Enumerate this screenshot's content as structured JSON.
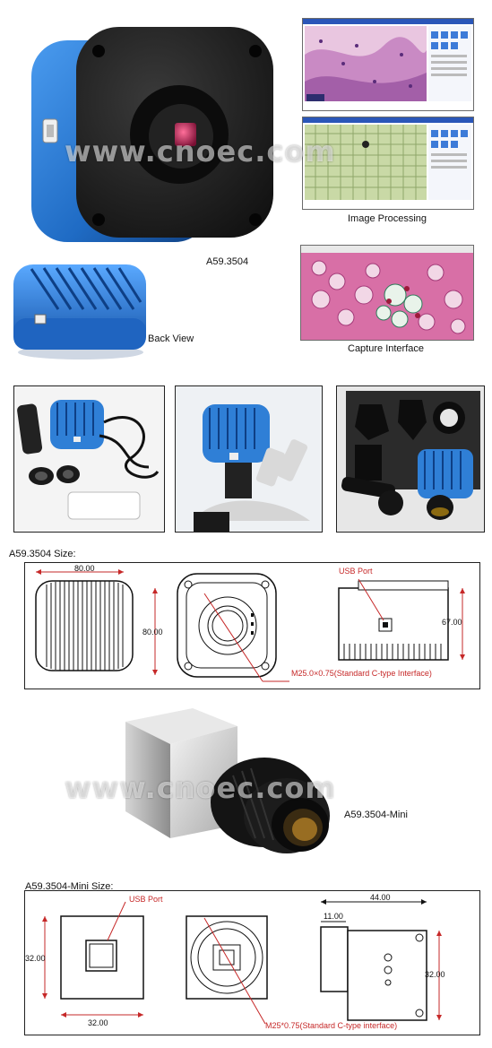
{
  "watermark": "www.cnoec.com",
  "top": {
    "model_label": "A59.3504",
    "back_view_label": "Back View",
    "image_processing_label": "Image Processing",
    "capture_interface_label": "Capture Interface"
  },
  "size_section": {
    "title": "A59.3504 Size:",
    "width_dim": "80.00",
    "height_dim": "80.00",
    "depth_dim": "67.00",
    "usb_port_label": "USB Port",
    "thread_label": "M25.0×0.75(Standard C-type Interface)"
  },
  "mini": {
    "model_label": "A59.3504-Mini",
    "size_title": "A59.3504-Mini Size:",
    "usb_port_label": "USB Port",
    "height_dim": "32.00",
    "width_dim": "32.00",
    "depth_dim": "44.00",
    "offset_dim": "11.00",
    "thread_label": "M25*0.75(Standard C-type interface)"
  },
  "colors": {
    "camera_blue": "#2f7fd6",
    "camera_black": "#1c1c1c",
    "dimension_red": "#c62828",
    "frame_border": "#222222"
  }
}
